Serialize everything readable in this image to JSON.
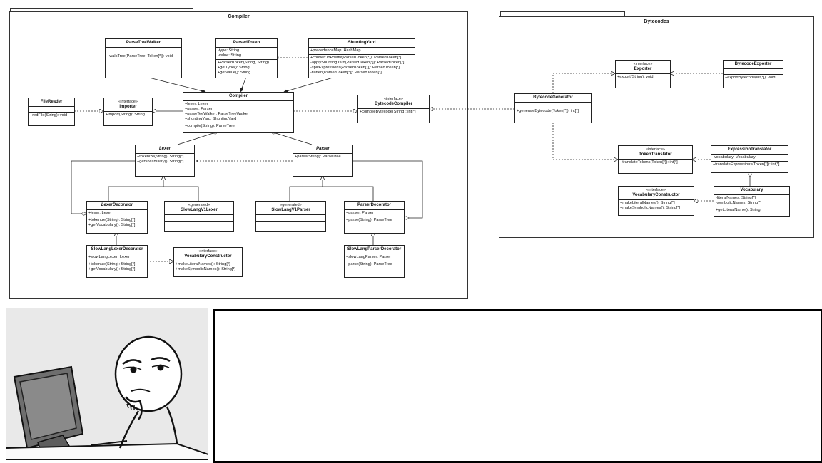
{
  "packages": {
    "compiler": "Compiler",
    "bytecodes": "Bytecodes"
  },
  "classes": {
    "parse_tree_walker": {
      "name": "ParseTreeWalker",
      "attributes": [],
      "methods": [
        "+walkTree(ParseTree, Token[*]): void"
      ]
    },
    "parsed_token": {
      "name": "ParsedToken",
      "attributes": [
        "-type: String",
        "-value: String"
      ],
      "methods": [
        "+ParsedToken(String, String)",
        "+getType(): String",
        "+getValue(): String"
      ]
    },
    "shunting_yard": {
      "name": "ShuntingYard",
      "attributes": [
        "+precedenceMap: HashMap"
      ],
      "methods": [
        "+convertToPostfix(ParsedToken[*]): ParsedToken[*]",
        "-applyShuntingYard(ParsedToken[*]): ParsedToken[*]",
        "-splitExpressions(ParsedToken[*]): ParsedToken[*]",
        "-flatten(ParsedToken[*]): ParsedToken[*]"
      ]
    },
    "file_reader": {
      "name": "FileReader",
      "attributes": [],
      "methods": [
        "+redFile(String): void"
      ]
    },
    "importer": {
      "stereotype": "«interface»",
      "name": "Importer",
      "attributes": [],
      "methods": [
        "+import(String): String"
      ]
    },
    "compiler": {
      "name": "Compiler",
      "attributes": [
        "+lexer: Lexer",
        "+parser: Parser",
        "+parseTeeWalker: ParseTreeWalker",
        "+shuntingYard: ShuntingYard"
      ],
      "methods": [
        "+compile(String): ParseTree"
      ]
    },
    "bytecode_compiler": {
      "stereotype": "«interface»",
      "name": "BytecodeCompiler",
      "attributes": [],
      "methods": [
        "+compileBytecode(String): int[*]"
      ]
    },
    "lexer": {
      "name": "Lexer",
      "attributes": [],
      "methods": [
        "+tokenize(String): String[*]",
        "+getVocabulary(): String[*]"
      ]
    },
    "parser": {
      "name": "Parser",
      "attributes": [],
      "methods": [
        "+parse(String): ParseTree"
      ]
    },
    "lexer_decorator": {
      "name": "LexerDecorator",
      "attributes": [
        "+lexer: Lexer"
      ],
      "methods": [
        "+tokenize(String): String[*]",
        "+getVocabulary(): String[*]"
      ]
    },
    "slowlang_v1_lexer": {
      "stereotype": "«generated»",
      "name": "SlowLangV1Lexer",
      "attributes": [],
      "methods": []
    },
    "slowlang_v1_parser": {
      "stereotype": "«generated»",
      "name": "SlowLangV1Parser",
      "attributes": [],
      "methods": []
    },
    "parser_decorator": {
      "name": "ParserDecorator",
      "attributes": [
        "+parser: Parser"
      ],
      "methods": [
        "+parse(String): ParseTree"
      ]
    },
    "slowlang_lexer_decorator": {
      "name": "SlowLangLexerDecorator",
      "attributes": [
        "+slowLangLexer: Lexer"
      ],
      "methods": [
        "+tokenize(String): String[*]",
        "+getVocabulary(): String[*]"
      ]
    },
    "vocabulary_constructor_left": {
      "stereotype": "«interface»",
      "name": "VocabularyConstructor",
      "attributes": [],
      "methods": [
        "+makeLiteralNames(): String[*]",
        "+makeSymbolicNames(): String[*]"
      ]
    },
    "slowlang_parser_decorator": {
      "name": "SlowLangParserDecorator",
      "attributes": [
        "+slowLangParser: Parser"
      ],
      "methods": [
        "+parse(String): ParseTree"
      ]
    },
    "exporter": {
      "stereotype": "«interface»",
      "name": "Exporter",
      "attributes": [],
      "methods": [
        "+export(String): void"
      ]
    },
    "bytecode_exporter": {
      "name": "BytecodeExporter",
      "attributes": [],
      "methods": [
        "+exportBytecode(int[*]): void"
      ]
    },
    "bytecode_generator": {
      "name": "BytecodeGenerator",
      "attributes": [],
      "methods": [
        "+generateBytecode(Token[*]): int[*]"
      ]
    },
    "token_translator": {
      "stereotype": "«interface»",
      "name": "TokenTranslator",
      "attributes": [],
      "methods": [
        "+translateTokens(Token[*]): int[*]"
      ]
    },
    "expression_translator": {
      "name": "ExpressionTranslator",
      "attributes": [
        "-vocabulary: Vocabulary"
      ],
      "methods": [
        "+translateExpressions(Token[*]): int[*]"
      ]
    },
    "vocabulary_constructor_right": {
      "stereotype": "«interface»",
      "name": "VocabularyConstructor",
      "attributes": [],
      "methods": [
        "+makeLiteralNames(): String[*]",
        "+makeSymbolicNames(): String[*]"
      ]
    },
    "vocabulary": {
      "name": "Vocabulary",
      "attributes": [
        "-literalNames: String[*]",
        "-symbolicNames: String[*]"
      ],
      "methods": [
        "+getLiteralName(): String"
      ]
    }
  },
  "colors": {
    "line": "#222222",
    "panel_bg": "#e9e9e9"
  },
  "comic": {
    "icon": "thinking-man-at-computer-icon"
  }
}
